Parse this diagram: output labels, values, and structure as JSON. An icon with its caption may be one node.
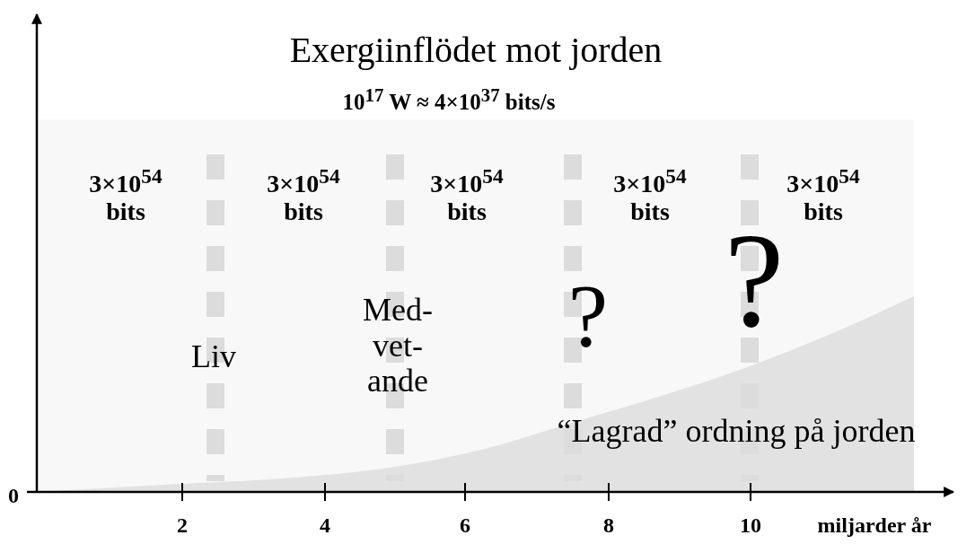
{
  "diagram": {
    "title": "Exergiinflödet mot jorden",
    "labels": [
      "10$^{17}$ W ≈ 4×10$^{37}$ bits/s",
      "3×10$^{54}$ bits",
      "3×10$^{54}$ bits",
      "3×10$^{54}$ bits",
      "3×10$^{54}$ bits",
      "3×10$^{54}$ bits",
      "Med- vet- ande",
      "?",
      "?",
      "Liv",
      "“Lagrad” ordning på jorden",
      "0",
      "2",
      "4",
      "6",
      "8",
      "10",
      "miljarder år"
    ]
  }
}
